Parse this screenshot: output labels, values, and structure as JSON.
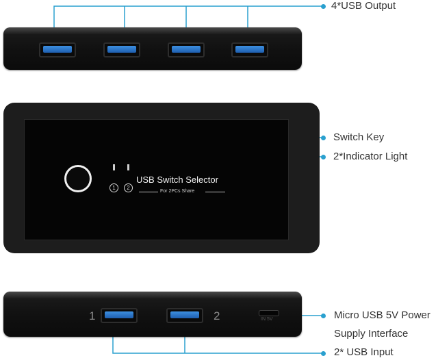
{
  "callouts": {
    "usb_output": "4*USB Output",
    "switch_key": "Switch Key",
    "indicator_light": "2*Indicator Light",
    "power_line1": "Micro USB 5V Power",
    "power_line2": "Supply Interface",
    "usb_input": "2* USB Input"
  },
  "panel": {
    "title": "USB Switch Selector",
    "subtitle": "For 2PCs Share",
    "indicator_1": "1",
    "indicator_2": "2"
  },
  "back": {
    "port_1": "1",
    "port_2": "2",
    "power_port": "IN 5V"
  },
  "colors": {
    "callout_line": "#2aa0cf",
    "usb_port": "#2a7fd4",
    "device_body": "#111111"
  }
}
